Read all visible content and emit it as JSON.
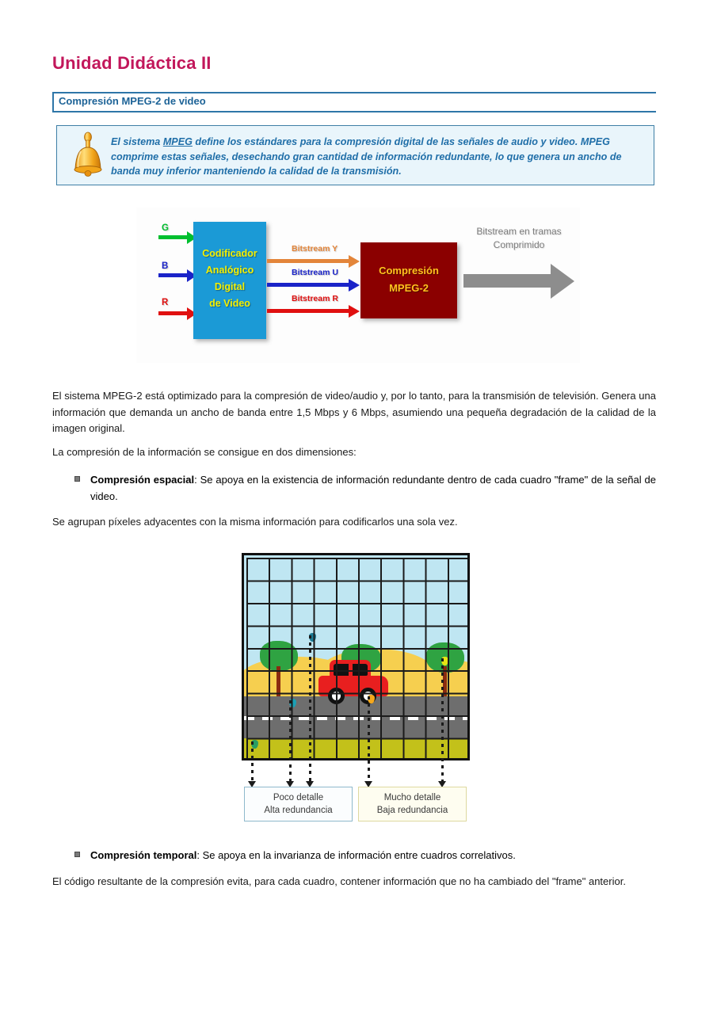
{
  "header": {
    "unit_title": "Unidad Didáctica II",
    "section_title": "Compresión MPEG-2 de video"
  },
  "callout": {
    "icon": "bell-icon",
    "text_part1": "El sistema ",
    "text_link": "MPEG",
    "text_part2": " define los estándares para la compresión digital de las señales de audio y video. MPEG comprime estas señales, desechando gran cantidad de información redundante, lo que genera un ancho de banda muy inferior manteniendo la calidad de la transmisión."
  },
  "diagram": {
    "inputs": [
      {
        "label": "G",
        "color": "#00bf2f"
      },
      {
        "label": "B",
        "color": "#1a23c8"
      },
      {
        "label": "R",
        "color": "#e01010"
      }
    ],
    "encoder_box": {
      "lines": [
        "Codificador",
        "Analógico",
        "Digital",
        "de Video"
      ],
      "bg_color": "#1b9ad6",
      "text_color": "#f5f000"
    },
    "bitstreams": [
      {
        "label": "Bitstream Y",
        "color": "#e3853a"
      },
      {
        "label": "Bitstream U",
        "color": "#1a23c8"
      },
      {
        "label": "Bitstream R",
        "color": "#e01010"
      }
    ],
    "mpeg_box": {
      "lines": [
        "Compresión",
        "MPEG-2"
      ],
      "bg_color": "#8b0000",
      "text_color": "#ffc21e"
    },
    "output_label_line1": "Bitstream en tramas",
    "output_label_line2": "Comprimido",
    "output_arrow_color": "#8d8d8d"
  },
  "body": {
    "para1": "El sistema MPEG-2 está optimizado para la compresión de video/audio y, por lo tanto, para la transmisión de televisión. Genera una información que demanda un ancho de banda entre 1,5 Mbps y 6 Mbps, asumiendo una pequeña degradación de la calidad de la imagen original.",
    "para2": "La compresión de la información se consigue en dos dimensiones:",
    "bullet1_bold": "Compresión espacial",
    "bullet1_rest": ": Se apoya en la existencia de información redundante dentro de cada cuadro \"frame\" de la señal de video.",
    "para3": "Se agrupan píxeles adyacentes con la misma información para codificarlos una sola vez.",
    "bullet2_bold": "Compresión temporal",
    "bullet2_rest": ": Se apoya en la invarianza de información entre cuadros correlativos.",
    "para4": "El código resultante de la compresión evita, para cada cuadro, contener información que no ha cambiado del \"frame\" anterior."
  },
  "figure": {
    "label_left_line1": "Poco detalle",
    "label_left_line2": "Alta redundancia",
    "label_right_line1": "Mucho detalle",
    "label_right_line2": "Baja redundancia",
    "scene_colors": {
      "sky": "#bfe6f2",
      "hills": "#f6cf4f",
      "road": "#6e6e6e",
      "grass": "#c3c11a",
      "car": "#e81f1f",
      "tree": "#2fa342",
      "grid": "#1b1b1b"
    }
  }
}
